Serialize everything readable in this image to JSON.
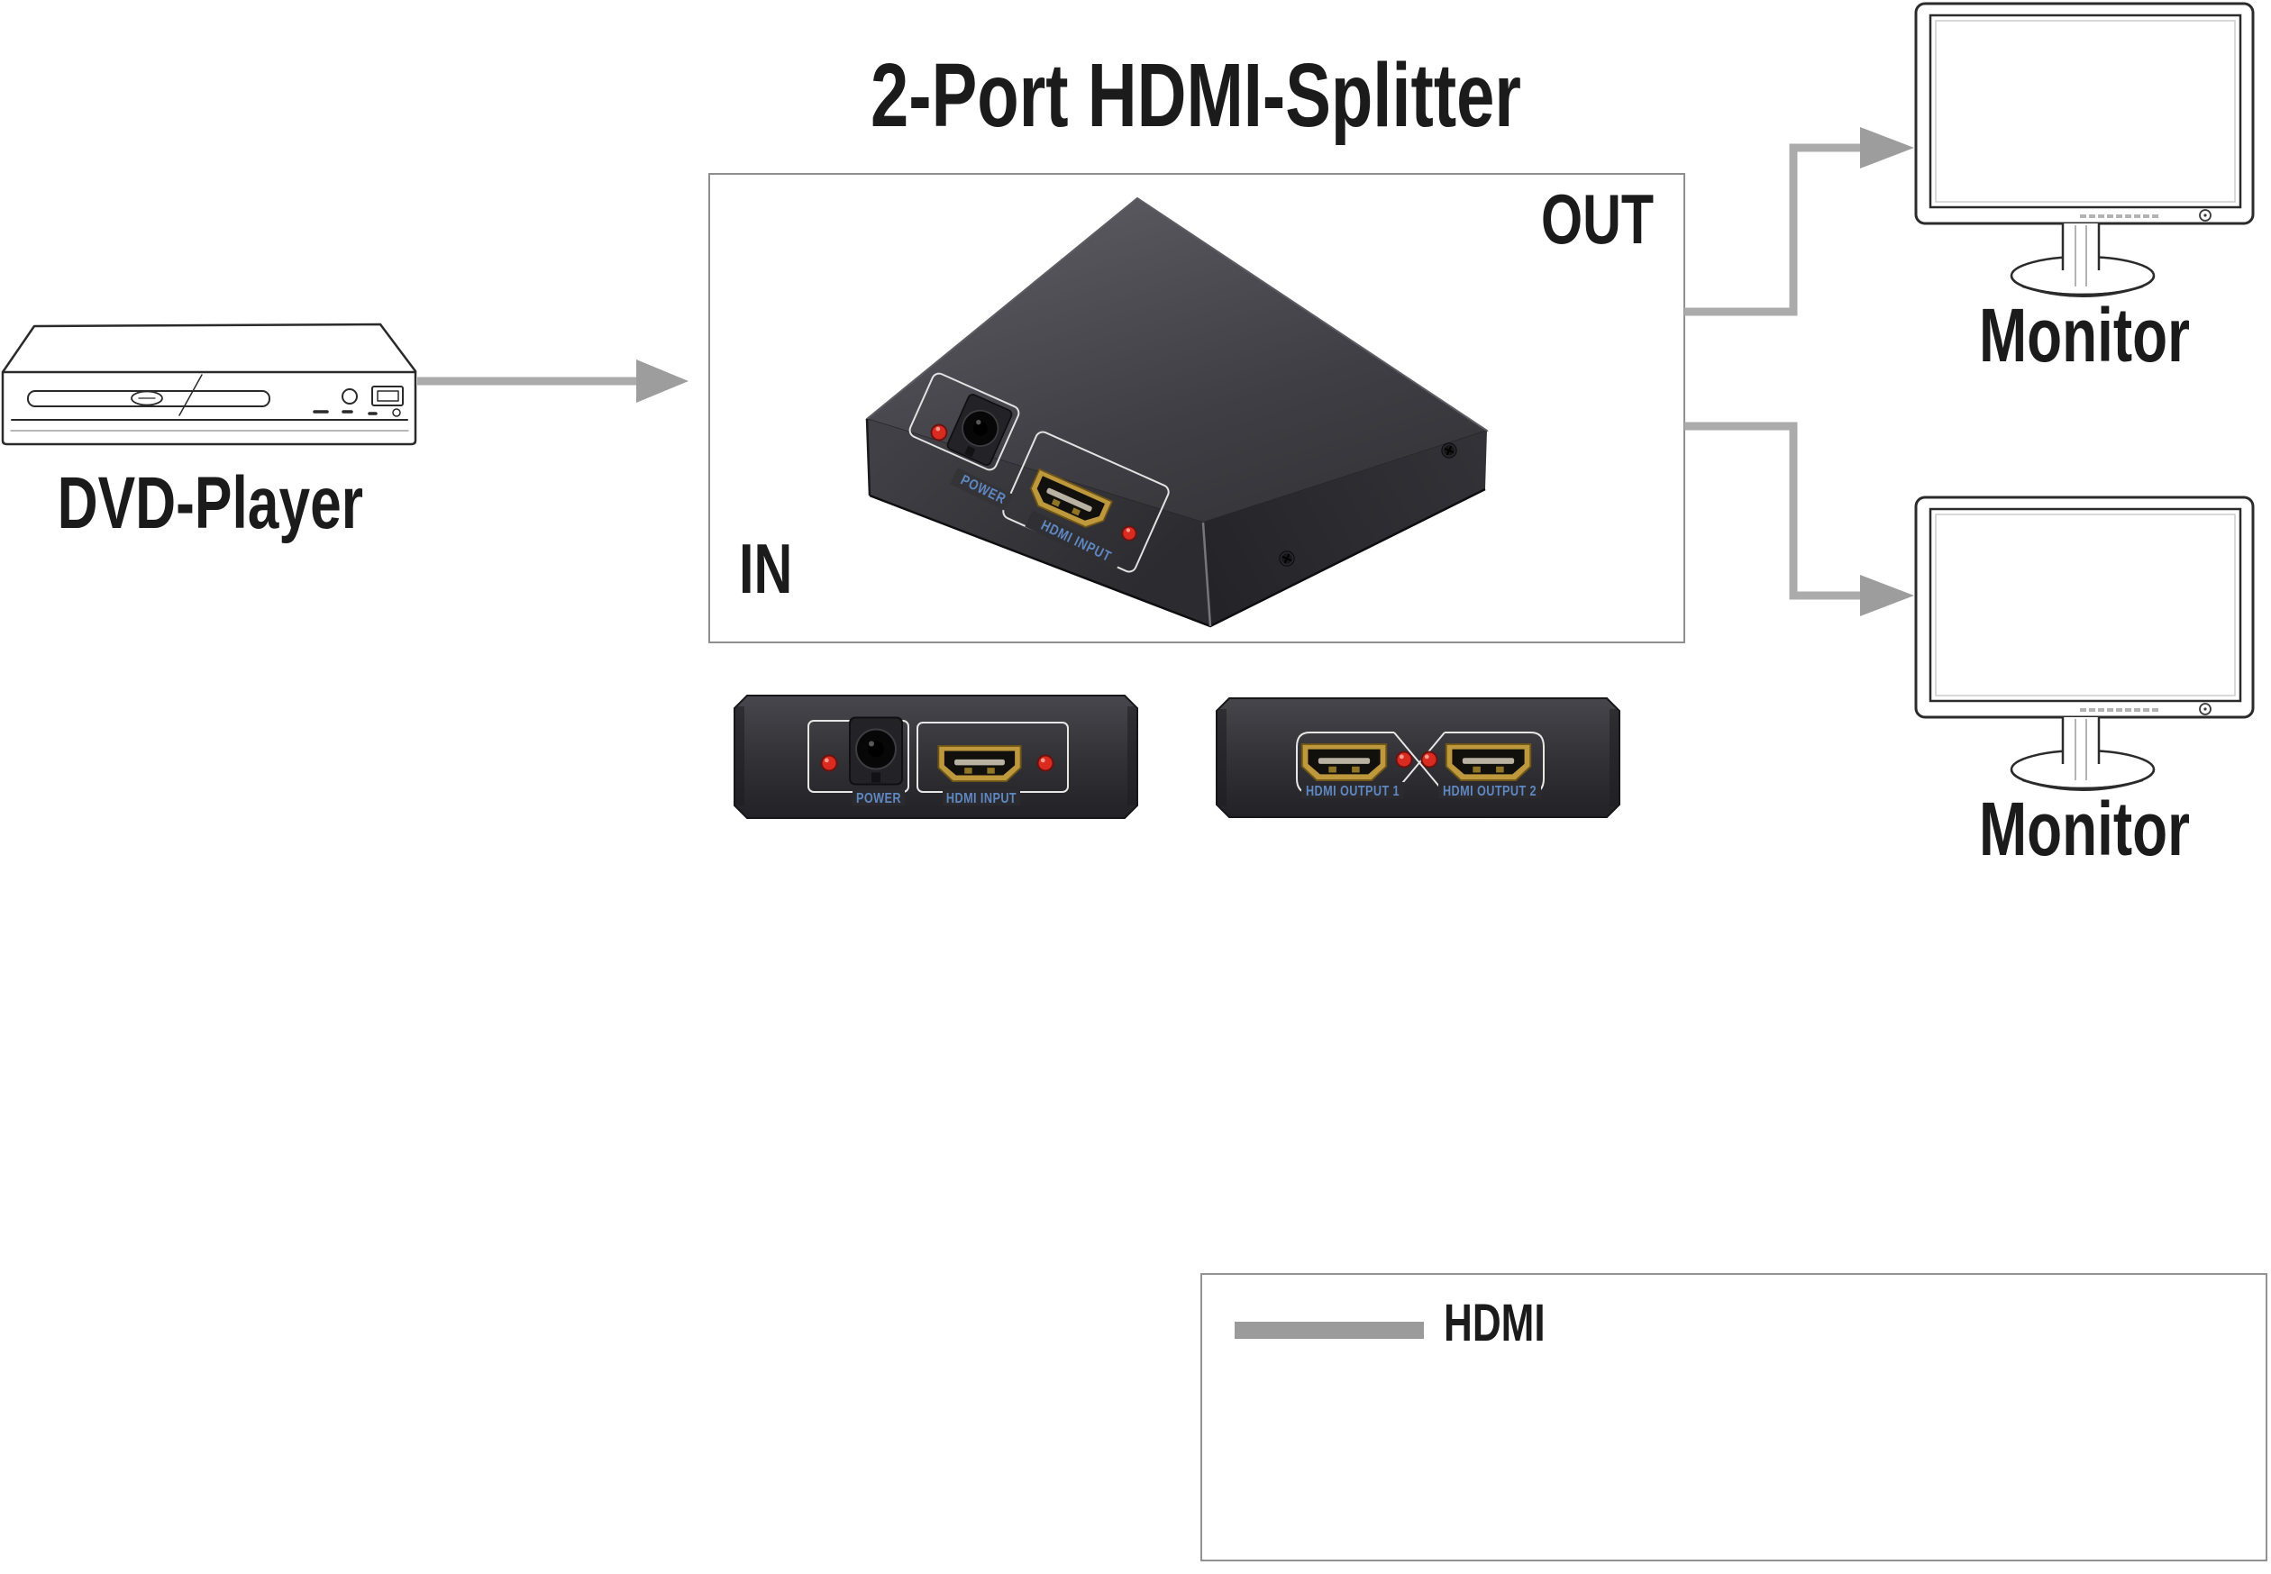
{
  "title": "2-Port HDMI-Splitter",
  "dvd_player": {
    "label": "DVD-Player"
  },
  "splitter": {
    "box_in_label": "IN",
    "box_out_label": "OUT",
    "photo_labels": {
      "power": "POWER",
      "hdmi_input": "HDMI INPUT"
    }
  },
  "rear_views": {
    "input_panel": {
      "power": "POWER",
      "hdmi_input": "HDMI INPUT"
    },
    "output_panel": {
      "output_1": "HDMI OUTPUT 1",
      "output_2": "HDMI OUTPUT 2"
    }
  },
  "monitors": {
    "top": "Monitor",
    "bottom": "Monitor"
  },
  "legend": {
    "hdmi": "HDMI"
  },
  "colors": {
    "connector_gray": "#ababab",
    "arrowhead_gray": "#9d9d9d",
    "label_blue": "#5f87c0",
    "led_red": "#d92b1f",
    "hdmi_gold": "#bd983d",
    "box_border_gray": "#8f8f8f"
  }
}
